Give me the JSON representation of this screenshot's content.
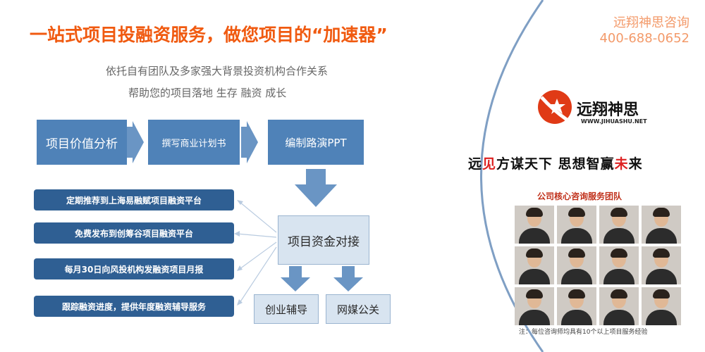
{
  "headline": "一站式项目投融资服务，做您项目的“加速器”",
  "subtitle_lines": [
    "依托自有团队及多家强大背景投资机构合作关系",
    "帮助您的项目落地 生存 融资 成长"
  ],
  "flow": {
    "steps": [
      "项目价值分析",
      "撰写商业计划书",
      "编制路演PPT"
    ],
    "hub": "项目资金对接",
    "services": [
      "定期推荐到上海易融赋项目融资平台",
      "免费发布到创筹谷项目融资平台",
      "每月30日向风投机构发融资项目月报",
      "跟踪融资进度，提供年度融资辅导服务"
    ],
    "outcomes": [
      "创业辅导",
      "网媒公关"
    ]
  },
  "brand": {
    "name": "远翔神思咨询",
    "phone": "400-688-0652",
    "logo_text": "远翔神思",
    "url": "WWW.JIHUASHU.NET",
    "slogan_parts": [
      "远",
      "见",
      "方谋天下 思想智赢",
      "未",
      "来"
    ],
    "team_title": "公司核心咨询服务团队",
    "note": "注：每位咨询师均具有10个以上项目服务经验"
  },
  "colors": {
    "headline": "#f05a10",
    "flow_box": "#4f82b8",
    "service_box": "#2f5f93",
    "hub_box": "#d8e4f0",
    "brand_text": "#f39a6a",
    "arc": "#7f9fc4"
  }
}
